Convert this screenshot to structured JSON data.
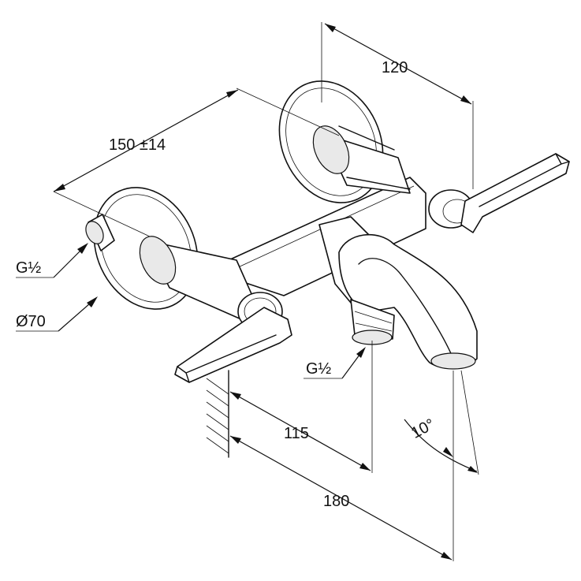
{
  "dimensions": {
    "top_width": "120",
    "spacing": "150 ±14",
    "outlet_offset": "115",
    "spout_projection": "180",
    "spout_angle": "10°"
  },
  "callouts": {
    "inlet_thread": "G½",
    "rosette_diameter": "Ø70",
    "outlet_thread": "G½"
  }
}
